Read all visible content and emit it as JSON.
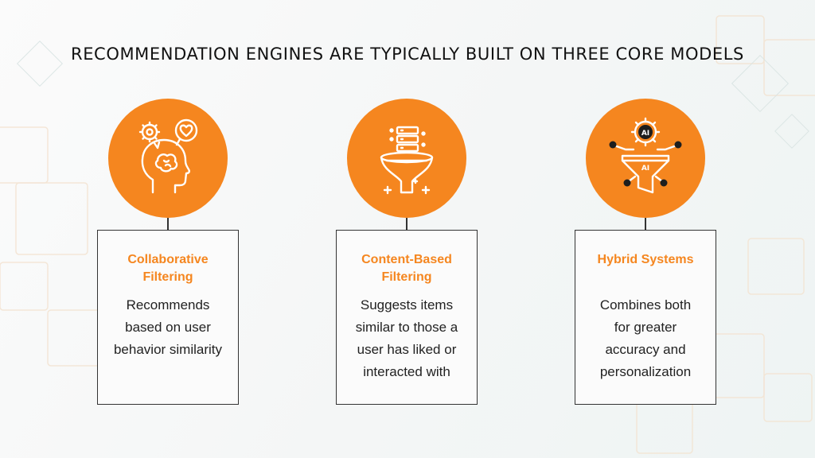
{
  "title": "RECOMMENDATION ENGINES ARE TYPICALLY BUILT ON THREE CORE MODELS",
  "accent_color": "#f5861f",
  "models": [
    {
      "icon": "head-gear-heart-icon",
      "title": "Collaborative\nFiltering",
      "description": "Recommends\nbased on user\nbehavior similarity"
    },
    {
      "icon": "data-funnel-icon",
      "title": "Content-Based\nFiltering",
      "description": "Suggests items\nsimilar to those a\nuser has liked or\ninteracted with"
    },
    {
      "icon": "ai-gear-funnel-icon",
      "title": "Hybrid Systems",
      "description": "Combines both\nfor greater\naccuracy and\npersonalization"
    }
  ]
}
